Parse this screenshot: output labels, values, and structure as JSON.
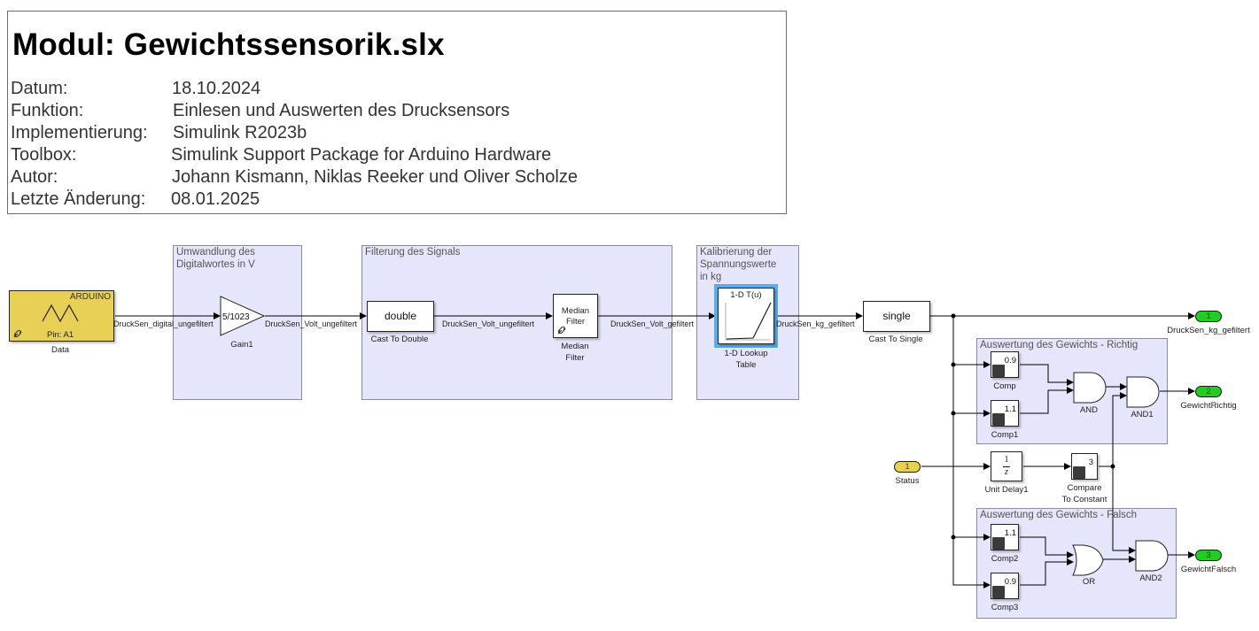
{
  "header": {
    "title": "Modul: Gewichtssensorik.slx",
    "rows": [
      {
        "label": "Datum:",
        "value": "18.10.2024"
      },
      {
        "label": "Funktion:",
        "value": "Einlesen und Auswerten des Drucksensors"
      },
      {
        "label": "Implementierung:",
        "value": "Simulink R2023b"
      },
      {
        "label": "Toolbox:",
        "value": "Simulink Support Package for Arduino Hardware"
      },
      {
        "label": "Autor:",
        "value": "Johann Kismann, Niklas Reeker und Oliver Scholze"
      },
      {
        "label": "Letzte Änderung:",
        "value": "08.01.2025"
      }
    ]
  },
  "areas": {
    "umwandlung": "Umwandlung des\nDigitalwortes in V",
    "filterung": "Filterung des Signals",
    "kalibrierung": "Kalibrierung der\nSpannungswerte\nin kg",
    "richtig": "Auswertung des Gewichts - Richtig",
    "falsch": "Auswertung des Gewichts - Falsch"
  },
  "blocks": {
    "data": {
      "name": "Data",
      "vendor": "ARDUINO",
      "pin": "Pin: A1",
      "color": "#e8cf55"
    },
    "gain": {
      "name": "Gain1",
      "value": "5/1023"
    },
    "cast_double": {
      "name": "Cast To Double",
      "text": "double"
    },
    "median": {
      "name": "Median\nFilter",
      "text": "Median\nFilter"
    },
    "lookup": {
      "name": "1-D Lookup\nTable",
      "text": "1-D T(u)",
      "highlight": "#5aaee8"
    },
    "cast_single": {
      "name": "Cast To Single",
      "text": "single"
    },
    "comp": {
      "name": "Comp",
      "value": "0.9"
    },
    "comp1": {
      "name": "Comp1",
      "value": "1.1"
    },
    "and": {
      "name": "AND"
    },
    "and1": {
      "name": "AND1"
    },
    "unit_delay": {
      "name": "Unit Delay1",
      "num": "1",
      "den": "z"
    },
    "compare_const": {
      "name": "Compare\nTo Constant",
      "value": "3"
    },
    "comp2": {
      "name": "Comp2",
      "value": "1.1"
    },
    "comp3": {
      "name": "Comp3",
      "value": "0.9"
    },
    "or": {
      "name": "OR"
    },
    "and2": {
      "name": "AND2"
    }
  },
  "ports": {
    "out1": {
      "num": "1",
      "name": "DruckSen_kg_gefiltert"
    },
    "out2": {
      "num": "2",
      "name": "GewichtRichtig"
    },
    "out3": {
      "num": "3",
      "name": "GewichtFalsch"
    },
    "in1": {
      "num": "1",
      "name": "Status"
    }
  },
  "signals": {
    "s1": "DruckSen_digital_ungefiltert",
    "s2": "DruckSen_Volt_ungefiltert",
    "s3": "DruckSen_Volt_ungefiltert",
    "s4": "DruckSen_Volt_gefiltert",
    "s5": "DruckSen_kg_gefiltert"
  }
}
